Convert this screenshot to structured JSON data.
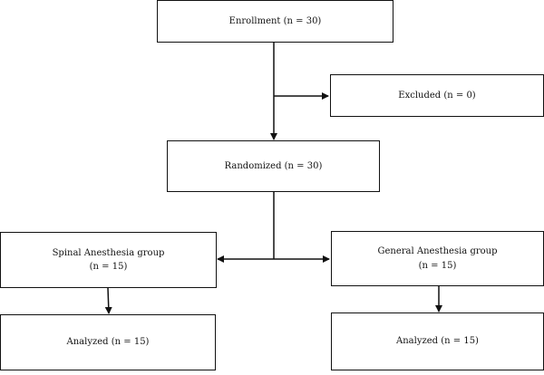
{
  "boxes": {
    "enrollment": {
      "line1": "Enrollment (n = 30)"
    },
    "excluded": {
      "line1": "Excluded (n = 0)"
    },
    "randomized": {
      "line1": "Randomized (n = 30)"
    },
    "spinal_group": {
      "line1": "Spinal Anesthesia group",
      "line2": "(n = 15)"
    },
    "general_group": {
      "line1": "General Anesthesia group",
      "line2": "(n = 15)"
    },
    "analyzed_spinal": {
      "line1": "Analyzed (n = 15)"
    },
    "analyzed_general": {
      "line1": "Analyzed (n = 15)"
    }
  },
  "colors": {
    "line": "#111111",
    "box_border": "#111111",
    "background": "#ffffff"
  }
}
